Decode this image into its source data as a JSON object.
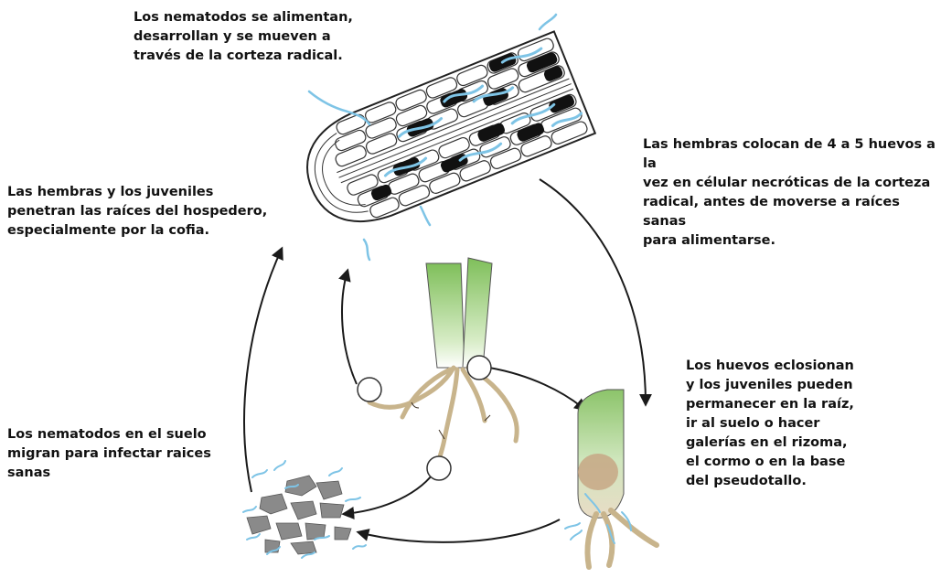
{
  "captions": {
    "feeding": "Los nematodos se alimentan,\ndesarrollan y se mueven a\ntravés de la corteza radical.",
    "penetration": "Las hembras y los juveniles\npenetran las raíces del hospedero,\nespecialmente por la cofia.",
    "egg_laying": "Las hembras colocan de 4 a 5 huevos a la\nvez en célular necróticas de la corteza\nradical, antes de moverse a raíces sanas\npara alimentarse.",
    "hatching": "Los huevos eclosionan\ny los juveniles pueden\npermanecer en la raíz,\nir al suelo o hacer\ngalerías en el rizoma,\nel cormo o en la base\ndel pseudotallo.",
    "soil_migration": "Los nematodos en el suelo\nmigran para infectar raices\nsanas"
  },
  "colors": {
    "nematode": "#7ec4e6",
    "necrotic_cell": "#111111",
    "plant_green": "#8dc66a",
    "root_tan": "#c8b48c",
    "soil_particle": "#8a8a8a",
    "arrow": "#1a1a1a"
  }
}
